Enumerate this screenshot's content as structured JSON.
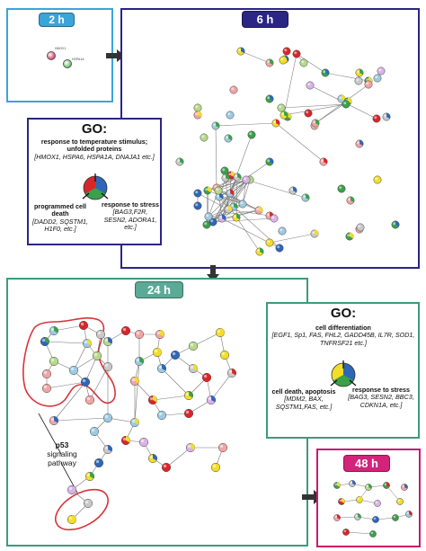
{
  "colors": {
    "panel_2h": "#3aa5d8",
    "panel_6h": "#2b2585",
    "panel_24h": "#3b9b7c",
    "panel_48h": "#c71a6e",
    "badge_2h": "#3aa5d8",
    "badge_6h": "#2b2585",
    "badge_24h": "#5aaa96",
    "badge_48h": "#d4237b",
    "pathway_outline": "#d9333a",
    "pie_red": "#d7262b",
    "pie_green": "#3aa04a",
    "pie_blue": "#2f66b8",
    "pie_yellow": "#f3dd27"
  },
  "panels": {
    "h2": {
      "label": "2 h",
      "node_labels": [
        "HMOX1",
        "HSPA1A"
      ]
    },
    "h6": {
      "label": "6 h"
    },
    "h24": {
      "label": "24 h"
    },
    "h48": {
      "label": "48 h"
    }
  },
  "go_box_6h": {
    "title": "GO:",
    "top_term": "response to temperature stimulus; unfolded proteins",
    "top_genes": "[HMOX1, HSPA6, HSPA1A, DNAJA1 etc.]",
    "left_term": "programmed cell death",
    "left_genes": "[DADD2, SQSTM1, H1F0, etc.]",
    "right_term": "response to stress",
    "right_genes": "[BAG3,F2R, SESN2, ADORA1, etc.]",
    "pie_colors": [
      "red",
      "green",
      "blue"
    ]
  },
  "go_box_24h": {
    "title": "GO:",
    "top_term": "cell differentiation",
    "top_genes": "[EGF1, Sp1, FAS, FHL2, GADD45B, IL7R, SOD1, TNFRSF21 etc.]",
    "left_term": "cell death, apoptosis",
    "left_genes": "[MDM2, BAX, SQSTM1,FAS, etc.]",
    "right_term": "response to stress",
    "right_genes": "[BAG3, SESN2, BBC3, CDKN1A, etc.]",
    "pie_colors": [
      "yellow",
      "green",
      "blue"
    ]
  },
  "pathway_annotation": {
    "name": "p53",
    "line1": "signaling",
    "line2": "pathway"
  },
  "icons": {
    "arrow_2h_to_6h": "right-arrow-icon",
    "arrow_6h_to_24h": "down-arrow-icon",
    "arrow_24h_to_48h": "right-arrow-icon"
  }
}
